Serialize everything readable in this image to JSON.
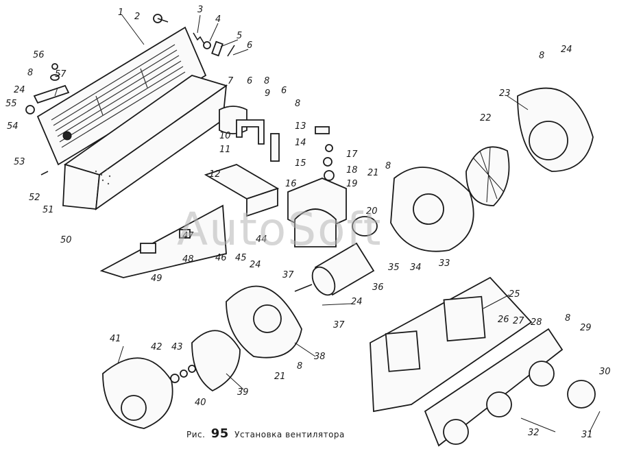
{
  "caption": {
    "prefix": "Рис.",
    "number": "95",
    "title": "Установка вентилятора"
  },
  "watermark": "AutoSoft",
  "callouts": [
    {
      "n": "1"
    },
    {
      "n": "2"
    },
    {
      "n": "3"
    },
    {
      "n": "4"
    },
    {
      "n": "5"
    },
    {
      "n": "6"
    },
    {
      "n": "56"
    },
    {
      "n": "8"
    },
    {
      "n": "57"
    },
    {
      "n": "24"
    },
    {
      "n": "55"
    },
    {
      "n": "54"
    },
    {
      "n": "7"
    },
    {
      "n": "6"
    },
    {
      "n": "8"
    },
    {
      "n": "9"
    },
    {
      "n": "6"
    },
    {
      "n": "8"
    },
    {
      "n": "13"
    },
    {
      "n": "14"
    },
    {
      "n": "15"
    },
    {
      "n": "17"
    },
    {
      "n": "18"
    },
    {
      "n": "19"
    },
    {
      "n": "10"
    },
    {
      "n": "11"
    },
    {
      "n": "12"
    },
    {
      "n": "16"
    },
    {
      "n": "53"
    },
    {
      "n": "52"
    },
    {
      "n": "51"
    },
    {
      "n": "50"
    },
    {
      "n": "8"
    },
    {
      "n": "24"
    },
    {
      "n": "23"
    },
    {
      "n": "22"
    },
    {
      "n": "21"
    },
    {
      "n": "8"
    },
    {
      "n": "20"
    },
    {
      "n": "34"
    },
    {
      "n": "33"
    },
    {
      "n": "35"
    },
    {
      "n": "36"
    },
    {
      "n": "47"
    },
    {
      "n": "44"
    },
    {
      "n": "46"
    },
    {
      "n": "45"
    },
    {
      "n": "24"
    },
    {
      "n": "48"
    },
    {
      "n": "37"
    },
    {
      "n": "49"
    },
    {
      "n": "24"
    },
    {
      "n": "37"
    },
    {
      "n": "25"
    },
    {
      "n": "26"
    },
    {
      "n": "27"
    },
    {
      "n": "28"
    },
    {
      "n": "8"
    },
    {
      "n": "29"
    },
    {
      "n": "41"
    },
    {
      "n": "42"
    },
    {
      "n": "43"
    },
    {
      "n": "40"
    },
    {
      "n": "39"
    },
    {
      "n": "21"
    },
    {
      "n": "8"
    },
    {
      "n": "38"
    },
    {
      "n": "30"
    },
    {
      "n": "32"
    },
    {
      "n": "31"
    }
  ]
}
